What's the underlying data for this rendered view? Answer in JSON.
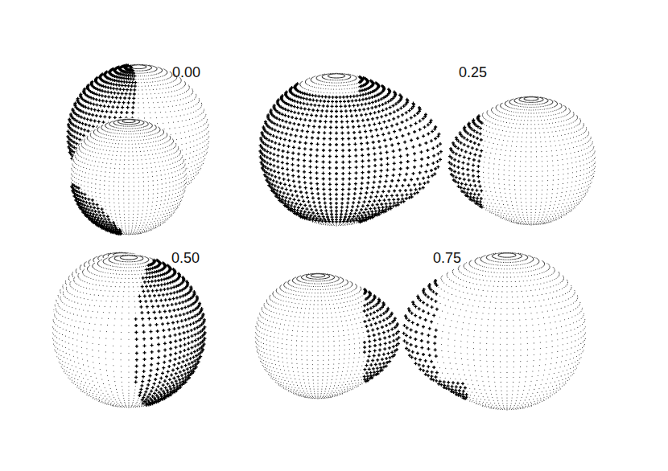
{
  "diagram": {
    "labels": [
      "0.00",
      "0.25",
      "0.50",
      "0.75"
    ]
  }
}
